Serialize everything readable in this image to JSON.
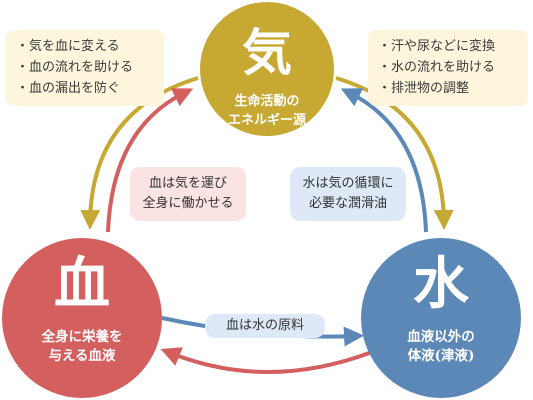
{
  "nodes": {
    "ki": {
      "char": "気",
      "desc_line1": "生命活動の",
      "desc_line2": "エネルギー源",
      "color": "#c7a833"
    },
    "ketsu": {
      "char": "血",
      "desc_line1": "全身に栄養を",
      "desc_line2": "与える血液",
      "color": "#d45f5f"
    },
    "sui": {
      "char": "水",
      "desc_line1": "血液以外の",
      "desc_line2": "体液(津液)",
      "color": "#5c88b8"
    }
  },
  "notes": {
    "ki_left": [
      "・気を血に変える",
      "・血の流れを助ける",
      "・血の漏出を防ぐ"
    ],
    "ki_right": [
      "・汗や尿などに変換",
      "・水の流れを助ける",
      "・排泄物の調整"
    ]
  },
  "relations": {
    "ketsu_to_ki": {
      "line1": "血は気を運び",
      "line2": "全身に働かせる"
    },
    "sui_to_ki": {
      "line1": "水は気の循環に",
      "line2": "必要な潤滑油"
    },
    "ketsu_sui": {
      "label": "血は水の原料"
    }
  },
  "colors": {
    "ki_arrow": "#c7a833",
    "ketsu_arrow": "#d45f5f",
    "sui_arrow": "#5c88b8",
    "note_bg": "#fdf6dc"
  }
}
